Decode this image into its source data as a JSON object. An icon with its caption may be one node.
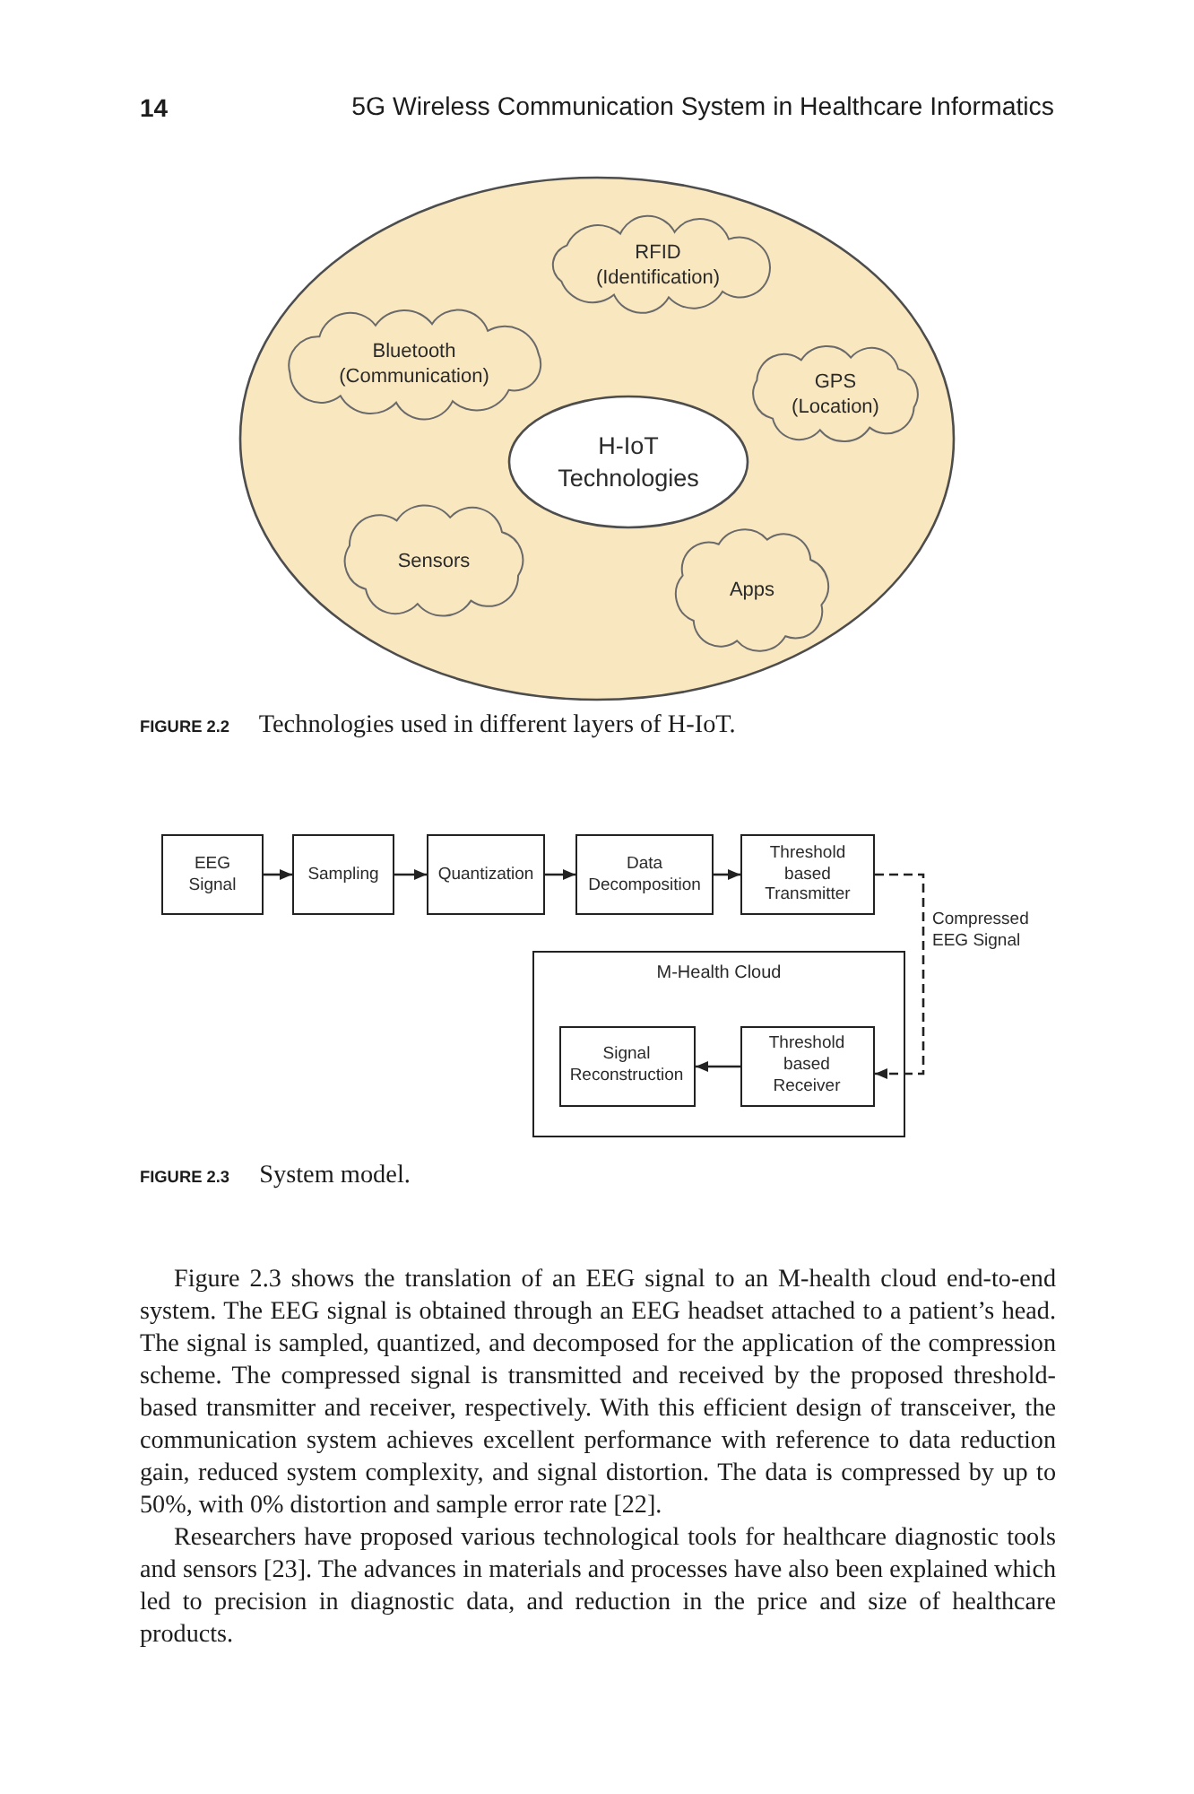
{
  "diagram": {
    "nodes": [
      {
        "text": [],
        "shape": "ellipse"
      },
      {
        "text": [
          "RFID (Identification)"
        ],
        "in": 0
      },
      {
        "text": [
          "Bluetooth (Communication)"
        ],
        "in": 0
      },
      {
        "text": [
          "GPS (Location)"
        ],
        "in": 0
      },
      {
        "text": [
          "H-IoT Technologies"
        ],
        "in": 0
      },
      {
        "text": [
          "Sensors"
        ],
        "in": 0
      },
      {
        "text": [
          "Apps"
        ],
        "in": 0
      },
      {
        "text": [
          "EEG Signal"
        ]
      },
      {
        "text": [
          "Sampling"
        ]
      },
      {
        "text": [
          "Quantization"
        ]
      },
      {
        "text": [
          "Data Decomposition"
        ]
      },
      {
        "text": [
          "Threshold based Transmitter"
        ]
      },
      {
        "text": [
          "M-Health Cloud"
        ]
      },
      {
        "text": [
          "Signal Reconstruction"
        ],
        "in": 12
      },
      {
        "text": [
          "Threshold based Receiver"
        ],
        "in": 12
      }
    ],
    "edges": [
      {
        "from": 7,
        "to": 8,
        "arrow": "to"
      },
      {
        "from": 8,
        "to": 9,
        "arrow": "to"
      },
      {
        "from": 9,
        "to": 10,
        "arrow": "to"
      },
      {
        "from": 10,
        "to": 11,
        "arrow": "to"
      },
      {
        "from": 11,
        "to": 14,
        "arrow": "to",
        "label": "Compressed EEG Signal",
        "style": "dashed"
      },
      {
        "from": 14,
        "to": 13,
        "arrow": "to"
      }
    ],
    "labels": [
      "14",
      "5G Wireless Communication System in Healthcare Informatics",
      "**FIGURE 2.2** Technologies used in different layers of H-IoT.",
      "**FIGURE 2.3** System model.",
      "Figure 2.3 shows the translation of an EEG signal to an M-health cloud end-to-end system. The EEG signal is obtained through an EEG headset attached to a patient’s head. The signal is sampled, quantized, and decomposed for the application of the compression scheme. The compressed signal is transmitted and received by the proposed threshold-based transmitter and receiver, respectively. With this efficient design of transceiver, the communication system achieves excellent performance with reference to data reduction gain, reduced system complexity, and signal distortion. The data is compressed by up to 50%, with 0% distortion and sample error rate [22].",
      "Researchers have proposed various technological tools for healthcare diagnostic tools and sensors [23]. The advances in materials and processes have also been explained which led to precision in diagnostic data, and reduction in the price and size of healthcare products."
    ]
  }
}
